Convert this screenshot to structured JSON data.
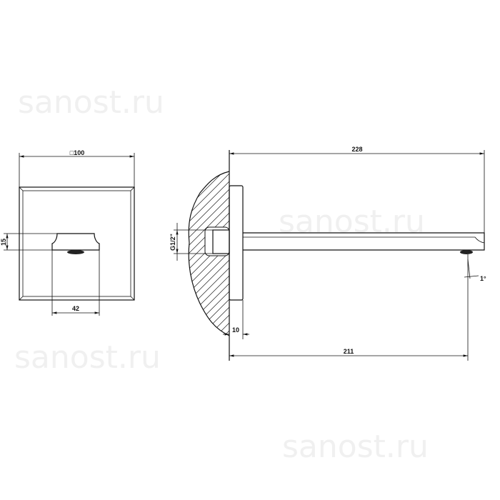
{
  "watermark": "sanost.ru",
  "front_view": {
    "width_label": "□100",
    "height_label": "15",
    "spout_width_label": "42"
  },
  "side_view": {
    "length_label": "228",
    "thread_label": "G1/2\"",
    "plate_label": "10",
    "projection_label": "211",
    "angle_label": "1°"
  }
}
